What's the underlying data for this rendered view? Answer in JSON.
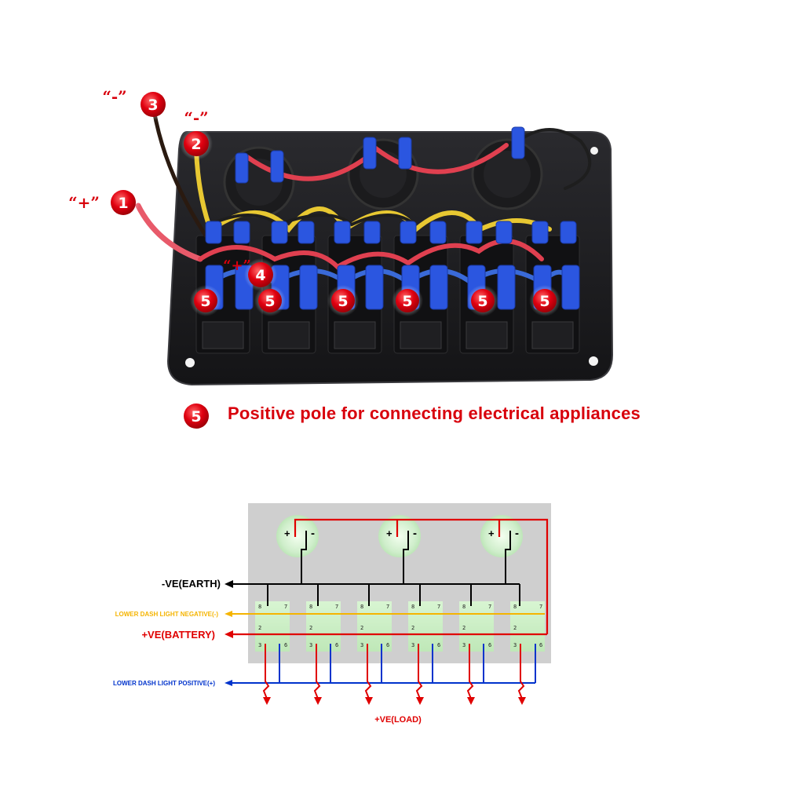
{
  "photo": {
    "callouts": [
      {
        "number": "1",
        "quote": "“+”"
      },
      {
        "number": "2",
        "quote": "“-”"
      },
      {
        "number": "3",
        "quote": "“-”"
      },
      {
        "number": "4",
        "quote": "“+”"
      }
    ],
    "switch_badge": "5",
    "legend": {
      "badge": "5",
      "text": "Positive pole for connecting electrical appliances"
    }
  },
  "diagram": {
    "sockets": [
      {
        "plus": "+",
        "minus": "-"
      },
      {
        "plus": "+",
        "minus": "-"
      },
      {
        "plus": "+",
        "minus": "-"
      }
    ],
    "pins": {
      "p8": "8",
      "p7": "7",
      "p2": "2",
      "p3": "3",
      "p6": "6"
    },
    "labels": {
      "earth": "-VE(EARTH)",
      "dash_negative": "LOWER DASH LIGHT NEGATIVE(-)",
      "battery": "+VE(BATTERY)",
      "dash_positive": "LOWER DASH LIGHT POSITIVE(+)",
      "load": "+VE(LOAD)"
    },
    "colors": {
      "earth": "#000000",
      "dash_negative": "#f5b400",
      "battery": "#e00000",
      "dash_positive": "#0033cc",
      "load": "#e00000"
    }
  }
}
